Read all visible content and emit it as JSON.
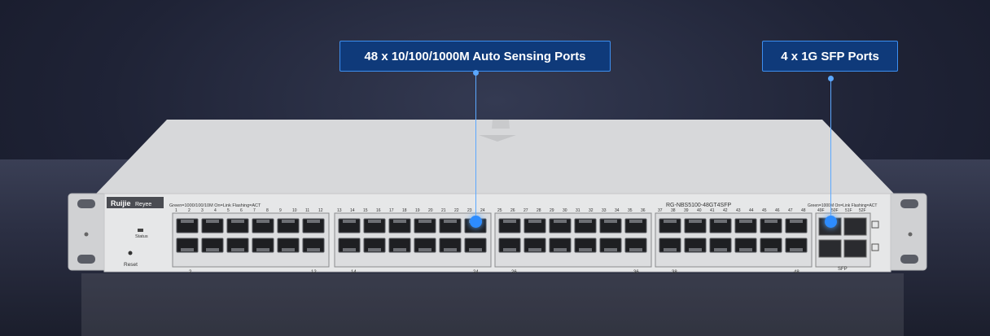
{
  "callouts": {
    "rj45": "48 x 10/100/1000M Auto Sensing Ports",
    "sfp": "4 x 1G SFP Ports"
  },
  "panel": {
    "brand": "Ruijie",
    "sub_brand": "Reyee",
    "led_legend_left": "Green=1000/100/10M   On=Link   Flashing=ACT",
    "led_legend_right": "Green=1000M   On=Link   Flashing=ACT",
    "model": "RG-NBS5100-48GT4SFP",
    "status_label": "Status",
    "reset_label": "Reset",
    "sfp_label": "SFP",
    "group_top_labels": [
      [
        "1",
        "2",
        "3",
        "4",
        "5",
        "6",
        "7",
        "8",
        "9",
        "10",
        "11",
        "12"
      ],
      [
        "13",
        "14",
        "15",
        "16",
        "17",
        "18",
        "19",
        "20",
        "21",
        "22",
        "23",
        "24"
      ],
      [
        "25",
        "26",
        "27",
        "28",
        "29",
        "30",
        "31",
        "32",
        "33",
        "34",
        "35",
        "36"
      ],
      [
        "37",
        "38",
        "39",
        "40",
        "41",
        "42",
        "43",
        "44",
        "45",
        "46",
        "47",
        "48"
      ]
    ],
    "group_bottom_labels": [
      [
        "2",
        "12"
      ],
      [
        "14",
        "24"
      ],
      [
        "26",
        "36"
      ],
      [
        "38",
        "48"
      ]
    ],
    "sfp_port_labels": [
      "49F",
      "50F",
      "51F",
      "52F"
    ]
  },
  "colors": {
    "callout_bg": "#0f3a7a",
    "callout_border": "#3d8ff0",
    "leader": "#5ba8ff",
    "chassis": "#d9dadb"
  }
}
